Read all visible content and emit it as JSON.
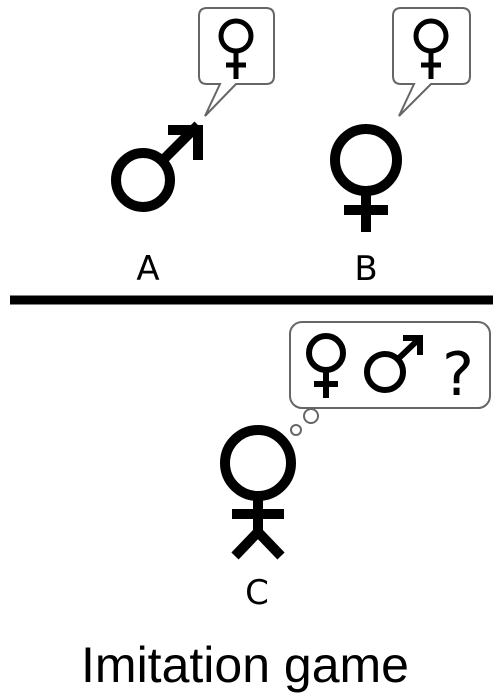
{
  "diagram": {
    "title": "Imitation game",
    "participants": [
      {
        "label": "A",
        "symbol": "male-symbol",
        "speech": "female-symbol"
      },
      {
        "label": "B",
        "symbol": "female-symbol",
        "speech": "female-symbol"
      },
      {
        "label": "C",
        "symbol": "person-symbol",
        "thought": [
          "female-symbol",
          "male-symbol",
          "?"
        ]
      }
    ]
  }
}
